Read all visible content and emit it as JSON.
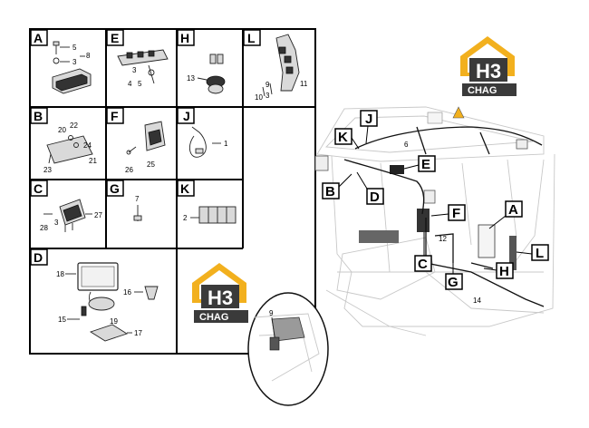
{
  "logo": {
    "top_text": "H3",
    "bottom_text": "CHAG"
  },
  "panels": [
    {
      "letter": "A",
      "callouts": [
        "5",
        "3",
        "8"
      ]
    },
    {
      "letter": "E",
      "callouts": [
        "3",
        "4",
        "5"
      ]
    },
    {
      "letter": "H",
      "callouts": [
        "13"
      ]
    },
    {
      "letter": "L",
      "callouts": [
        "10",
        "3",
        "9",
        "11"
      ]
    },
    {
      "letter": "B",
      "callouts": [
        "20",
        "22",
        "24",
        "23",
        "21"
      ]
    },
    {
      "letter": "F",
      "callouts": [
        "26",
        "25"
      ]
    },
    {
      "letter": "J",
      "callouts": [
        "1"
      ]
    },
    {
      "letter": "C",
      "callouts": [
        "28",
        "3",
        "27"
      ]
    },
    {
      "letter": "G",
      "callouts": [
        "7"
      ]
    },
    {
      "letter": "K",
      "callouts": [
        "2"
      ]
    },
    {
      "letter": "D",
      "callouts": [
        "18",
        "16",
        "15",
        "19",
        "17"
      ]
    }
  ],
  "detail_callout": "9",
  "cab_callouts": [
    "A",
    "B",
    "C",
    "D",
    "E",
    "F",
    "G",
    "H",
    "J",
    "K",
    "L"
  ],
  "cab_numbers": [
    "6",
    "12",
    "14"
  ]
}
